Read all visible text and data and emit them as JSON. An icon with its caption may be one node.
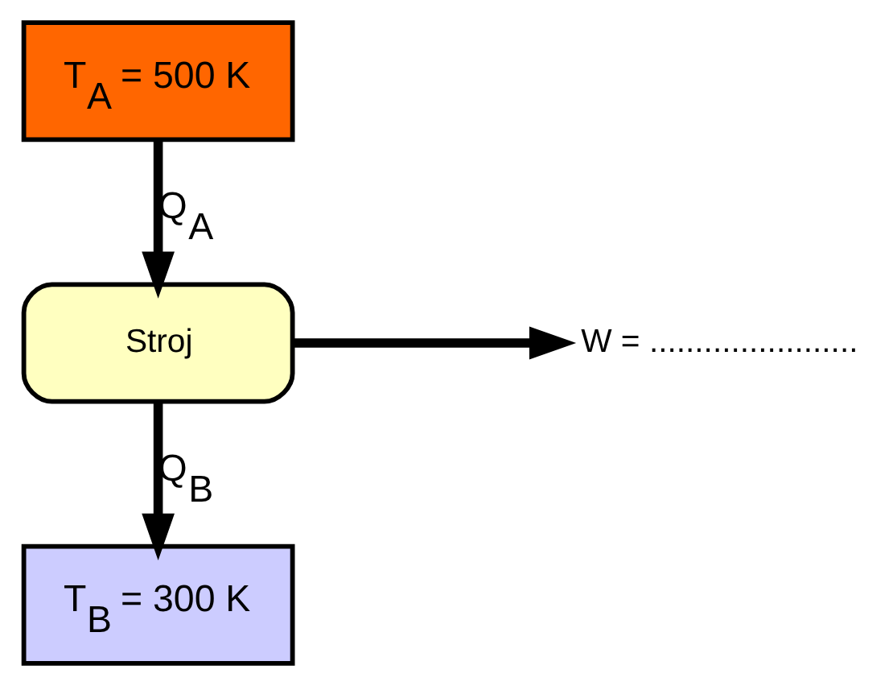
{
  "diagram": {
    "nodes": [
      {
        "text": [
          "T$_{A}$ = 500 K"
        ]
      },
      {
        "text": [
          "Stroj"
        ]
      },
      {
        "text": [
          "T$_{B}$ = 300 K"
        ]
      },
      {
        "text": [
          "W = ......................."
        ]
      }
    ],
    "edges": [
      {
        "from": 0,
        "to": 1,
        "arrow": "to",
        "label": "Q$_{A}$"
      },
      {
        "from": 1,
        "to": 2,
        "arrow": "to",
        "label": "Q$_{B}$"
      },
      {
        "from": 1,
        "to": 3,
        "arrow": "to"
      }
    ]
  }
}
